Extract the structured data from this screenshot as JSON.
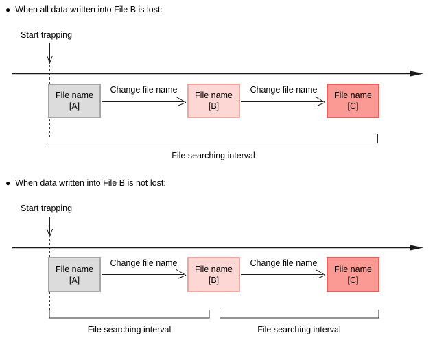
{
  "figure": {
    "bullet_glyph": "●",
    "colors": {
      "box_a_fill": "#dcdcdc",
      "box_a_border": "#a6a6a6",
      "box_b_fill": "#fcd7d4",
      "box_b_border": "#f2a6a1",
      "box_c_fill": "#fb9a94",
      "box_c_border": "#e0615e"
    },
    "sections": [
      {
        "title": "When all data written into File B is lost:",
        "start_label": "Start trapping",
        "boxes": [
          {
            "line1": "File name",
            "line2": "[A]"
          },
          {
            "line1": "File name",
            "line2": "[B]"
          },
          {
            "line1": "File name",
            "line2": "[C]"
          }
        ],
        "arrow_labels": [
          "Change file name",
          "Change file name"
        ],
        "interval_labels": [
          "File searching interval"
        ]
      },
      {
        "title": "When data written into File B is not lost:",
        "start_label": "Start trapping",
        "boxes": [
          {
            "line1": "File name",
            "line2": "[A]"
          },
          {
            "line1": "File name",
            "line2": "[B]"
          },
          {
            "line1": "File name",
            "line2": "[C]"
          }
        ],
        "arrow_labels": [
          "Change file name",
          "Change file name"
        ],
        "interval_labels": [
          "File searching interval",
          "File searching interval"
        ]
      }
    ]
  }
}
